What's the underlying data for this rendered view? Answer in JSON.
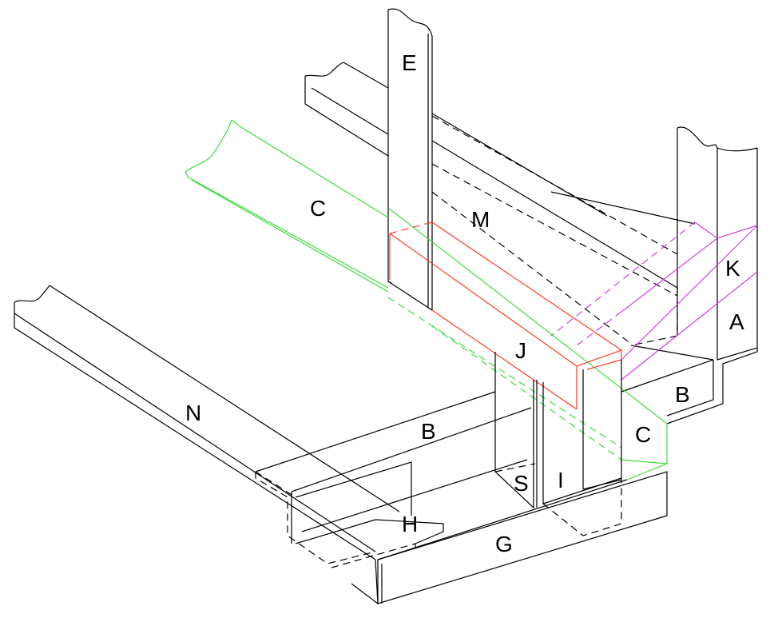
{
  "labels": {
    "E": "E",
    "M": "M",
    "C_upper": "C",
    "C_lower": "C",
    "K": "K",
    "A": "A",
    "J": "J",
    "B_right": "B",
    "B_mid": "B",
    "N": "N",
    "S": "S",
    "I": "I",
    "H": "H",
    "G": "G"
  },
  "colors": {
    "line": "#000000",
    "member_C": "#3ddc3d",
    "member_J": "#ff3b1f",
    "member_K": "#d040e0"
  }
}
